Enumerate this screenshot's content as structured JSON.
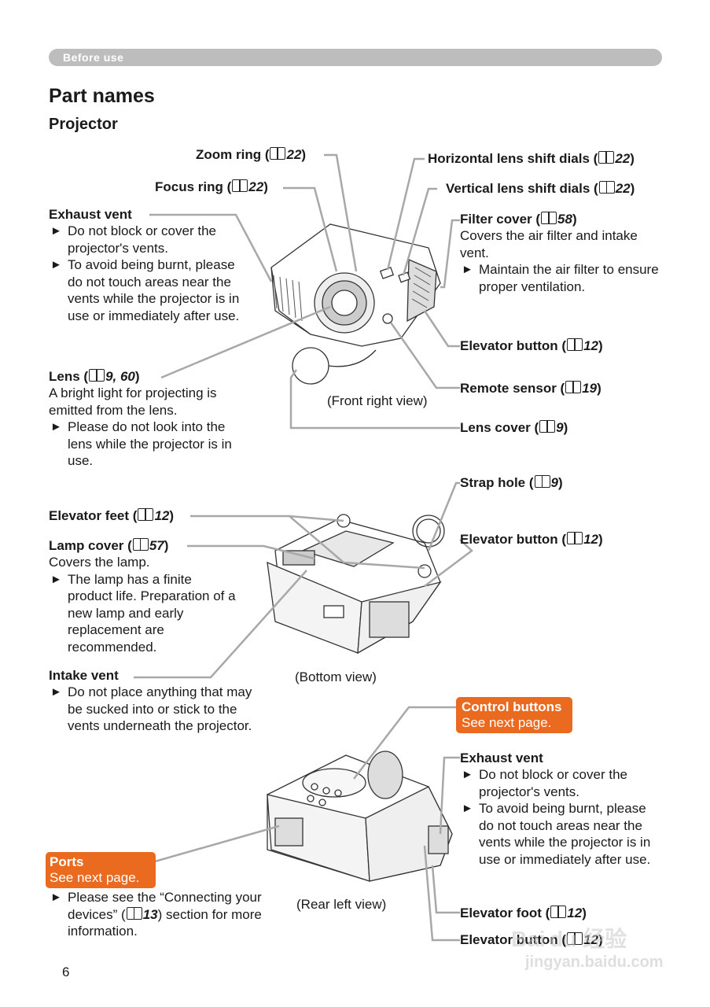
{
  "header": {
    "section": "Before use"
  },
  "title": "Part names",
  "subtitle": "Projector",
  "page_number": "6",
  "front": {
    "zoom_ring": {
      "label": "Zoom ring (",
      "ref": "22",
      "close": ")"
    },
    "focus_ring": {
      "label": "Focus ring (",
      "ref": "22",
      "close": ")"
    },
    "h_shift": {
      "label": "Horizontal lens shift dials (",
      "ref": "22",
      "close": ")"
    },
    "v_shift": {
      "label": "Vertical lens shift dials (",
      "ref": "22",
      "close": ")"
    },
    "exhaust_vent": {
      "label": "Exhaust vent",
      "bullets": [
        "Do not block or cover the projector's vents.",
        "To avoid being burnt, please do not touch areas near the vents while the projector is in use or immediately after use."
      ]
    },
    "filter_cover": {
      "label": "Filter cover (",
      "ref": "58",
      "close": ")",
      "desc": "Covers the air filter and intake vent.",
      "bullets": [
        "Maintain the air filter to ensure proper ventilation."
      ]
    },
    "elevator_button": {
      "label": "Elevator button (",
      "ref": "12",
      "close": ")"
    },
    "lens": {
      "label": "Lens (",
      "ref": "9, 60",
      "close": ")",
      "desc": "A bright light for projecting is emitted from the lens.",
      "bullets": [
        "Please do not look into the lens while the projector is in use."
      ]
    },
    "remote_sensor": {
      "label": "Remote sensor (",
      "ref": "19",
      "close": ")"
    },
    "lens_cover": {
      "label": "Lens cover (",
      "ref": "9",
      "close": ")"
    },
    "caption": "(Front right view)"
  },
  "bottom": {
    "strap_hole": {
      "label": "Strap hole (",
      "ref": "9",
      "close": ")"
    },
    "elevator_feet": {
      "label": "Elevator feet (",
      "ref": "12",
      "close": ")"
    },
    "elevator_button": {
      "label": "Elevator button (",
      "ref": "12",
      "close": ")"
    },
    "lamp_cover": {
      "label": "Lamp cover (",
      "ref": "57",
      "close": ")",
      "desc": "Covers the lamp.",
      "bullets": [
        "The lamp has a finite product life. Preparation of a new lamp and early replacement are recommended."
      ]
    },
    "intake_vent": {
      "label": "Intake vent",
      "bullets": [
        "Do not place anything that may be sucked into or stick to the vents underneath the projector."
      ]
    },
    "caption": "(Bottom view)"
  },
  "rear": {
    "control_buttons": {
      "label": "Control buttons",
      "desc": "See next page."
    },
    "exhaust_vent": {
      "label": "Exhaust vent",
      "bullets": [
        "Do not block or cover the projector's vents.",
        "To avoid being burnt, please do not touch areas near the vents while the projector is in use or immediately after use."
      ]
    },
    "ports": {
      "label": "Ports",
      "desc": "See next page.",
      "bullet_pre": "Please see the “Connecting your devices” (",
      "ref": "13",
      "bullet_post": ") section for more information."
    },
    "elevator_foot": {
      "label": "Elevator foot (",
      "ref": "12",
      "close": ")"
    },
    "elevator_button": {
      "label": "Elevator button (",
      "ref": "12",
      "close": ")"
    },
    "caption": "(Rear left view)"
  },
  "watermark": {
    "brand": "Bai du 经验",
    "url": "jingyan.baidu.com"
  },
  "icons": [
    "book-icon"
  ],
  "colors": {
    "header_bar": "#bdbdbd",
    "callout_orange": "#ea6a1f",
    "leader_line": "#a8a8a8"
  }
}
